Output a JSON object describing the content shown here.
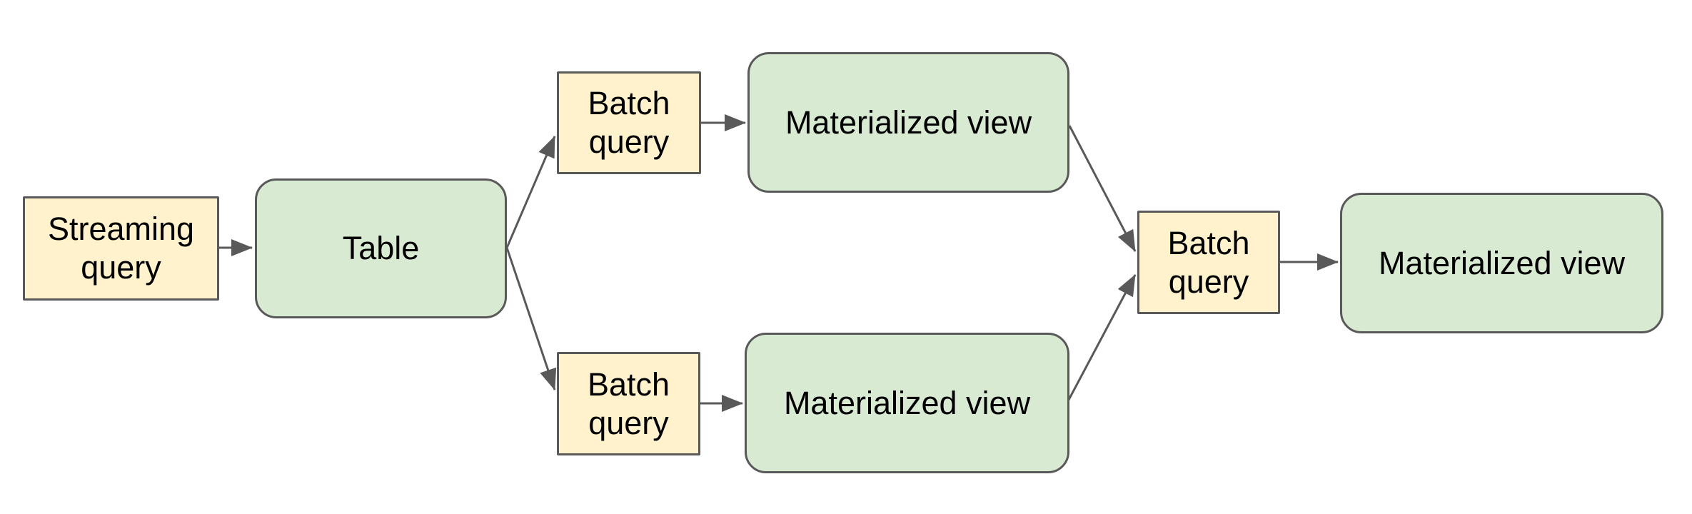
{
  "diagram": {
    "description": "Streaming query feeds a table; batch queries derive materialized views which feed a final batch query and materialized view"
  },
  "palette": {
    "query_fill": "#fff2cc",
    "store_fill": "#d9ead3",
    "border": "#595959",
    "arrow": "#595959",
    "text": "#000000"
  },
  "nodes": {
    "streaming_query": {
      "label": "Streaming query",
      "type": "query"
    },
    "table": {
      "label": "Table",
      "type": "store"
    },
    "batch_query_top": {
      "label": "Batch query",
      "type": "query"
    },
    "materialized_view_top": {
      "label": "Materialized view",
      "type": "store"
    },
    "batch_query_bottom": {
      "label": "Batch query",
      "type": "query"
    },
    "materialized_view_bottom": {
      "label": "Materialized view",
      "type": "store"
    },
    "batch_query_right": {
      "label": "Batch query",
      "type": "query"
    },
    "materialized_view_final": {
      "label": "Materialized view",
      "type": "store"
    }
  },
  "edges": [
    {
      "from": "streaming_query",
      "to": "table"
    },
    {
      "from": "table",
      "to": "batch_query_top"
    },
    {
      "from": "table",
      "to": "batch_query_bottom"
    },
    {
      "from": "batch_query_top",
      "to": "materialized_view_top"
    },
    {
      "from": "batch_query_bottom",
      "to": "materialized_view_bottom"
    },
    {
      "from": "materialized_view_top",
      "to": "batch_query_right"
    },
    {
      "from": "materialized_view_bottom",
      "to": "batch_query_right"
    },
    {
      "from": "batch_query_right",
      "to": "materialized_view_final"
    }
  ]
}
